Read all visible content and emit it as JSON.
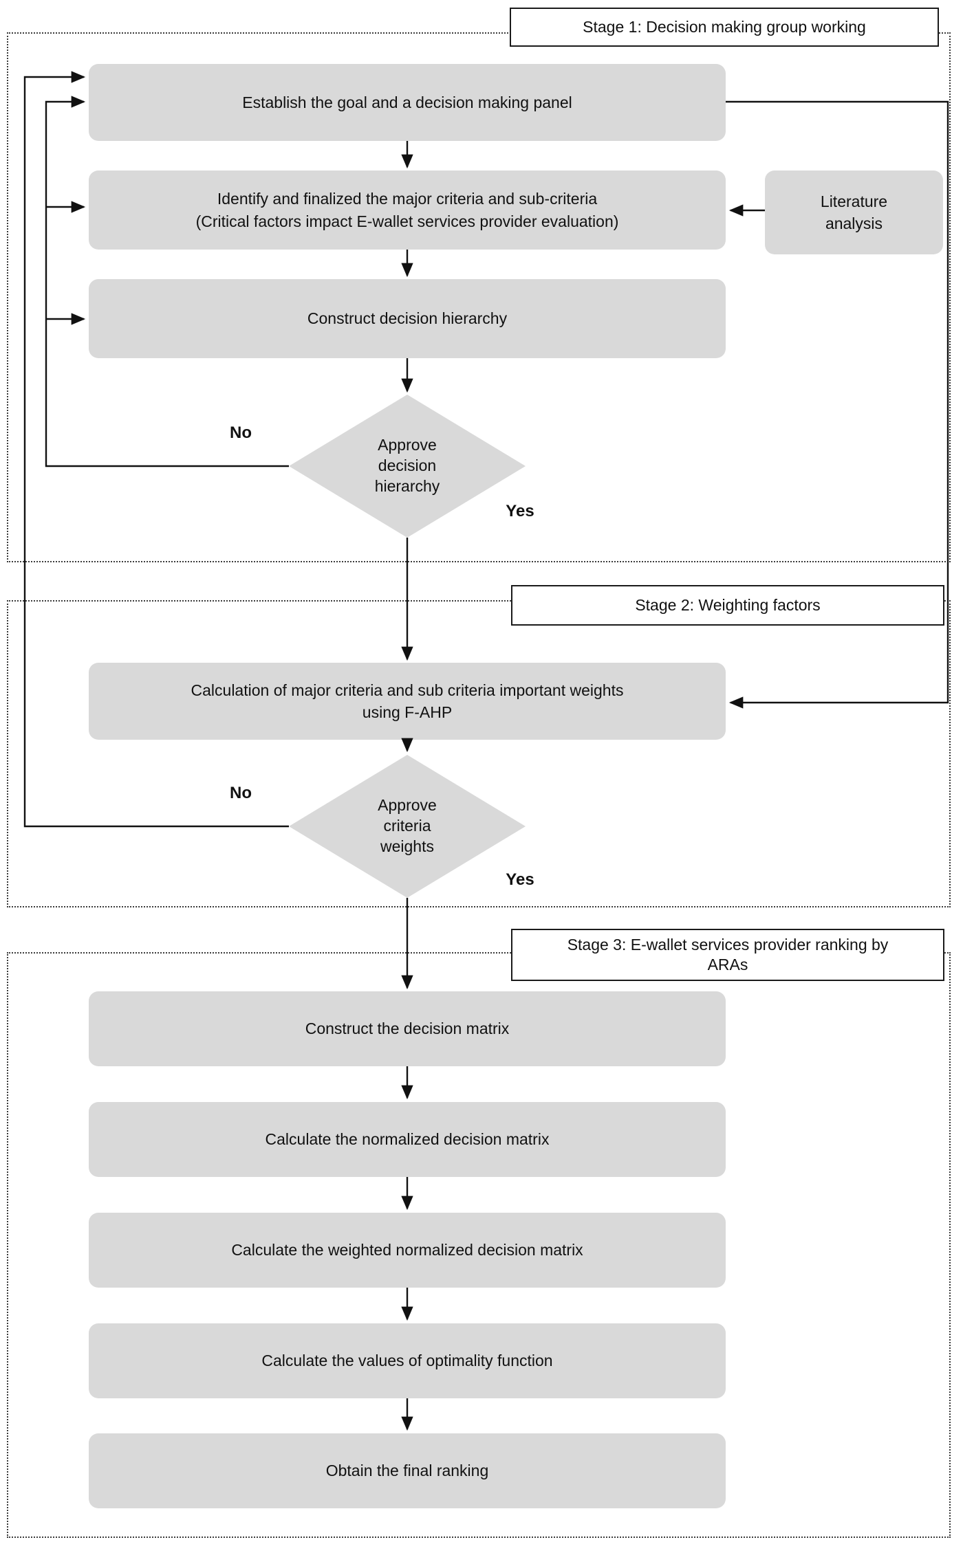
{
  "colors": {
    "node_fill": "#d9d9d9",
    "line": "#111111",
    "frame_border": "#3a3a3a",
    "title_bg": "#ffffff",
    "title_border": "#1a1a1a"
  },
  "stage1": {
    "title": "Stage 1: Decision making group working",
    "establish": "Establish the goal and a decision making panel",
    "identify": "Identify and finalized the major criteria and sub-criteria\n(Critical factors impact E-wallet services provider evaluation)",
    "literature": "Literature\nanalysis",
    "construct": "Construct decision hierarchy",
    "decision": "Approve\ndecision\nhierarchy",
    "no_label": "No",
    "yes_label": "Yes"
  },
  "stage2": {
    "title": "Stage 2: Weighting factors",
    "calculation": "Calculation of major criteria and sub criteria important weights\nusing F-AHP",
    "decision": "Approve\ncriteria\nweights",
    "no_label": "No",
    "yes_label": "Yes"
  },
  "stage3": {
    "title": "Stage 3: E-wallet services provider ranking by\nARAs",
    "steps": [
      "Construct the decision matrix",
      "Calculate the normalized decision matrix",
      "Calculate the weighted normalized decision matrix",
      "Calculate the values of optimality function",
      "Obtain the final ranking"
    ]
  }
}
